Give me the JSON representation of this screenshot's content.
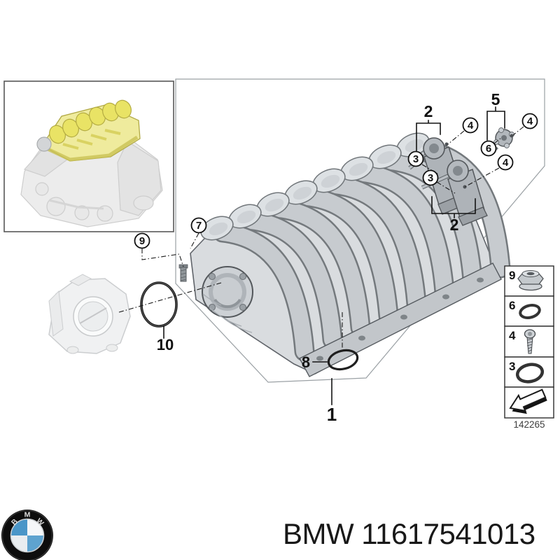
{
  "page": {
    "background": "#ffffff"
  },
  "colors": {
    "highlight_yellow": "#efeb9d",
    "bmw_blue": "#4a96c8",
    "line_black": "#111111",
    "faded_grey": "#ececec"
  },
  "diagram": {
    "drawing_number": "142265",
    "callouts": {
      "n1": "1",
      "n2a": "2",
      "n2b": "2",
      "n3a": "3",
      "n3b": "3",
      "n4a": "4",
      "n4b": "4",
      "n4c": "4",
      "n5": "5",
      "n6": "6",
      "n7": "7",
      "n8": "8",
      "n9": "9",
      "n10": "10"
    },
    "legend": [
      {
        "number": "9",
        "icon": "flange-nut-icon"
      },
      {
        "number": "6",
        "icon": "small-o-ring-icon"
      },
      {
        "number": "4",
        "icon": "screw-icon"
      },
      {
        "number": "3",
        "icon": "o-ring-icon"
      },
      {
        "number": "",
        "icon": "direction-arrow-icon"
      }
    ]
  },
  "footer": {
    "logo_letters": [
      "B",
      "M",
      "W"
    ],
    "title": "BMW 11617541013"
  }
}
